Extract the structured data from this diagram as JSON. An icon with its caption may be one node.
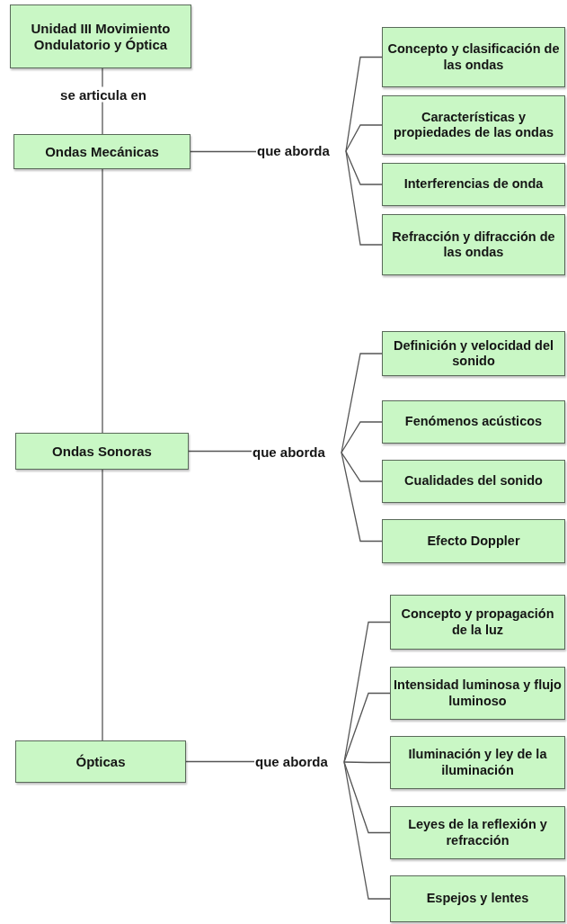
{
  "diagram": {
    "nodes": [
      {
        "text": [
          "Unidad III Movimiento Ondulatorio y Óptica"
        ]
      },
      {
        "text": [
          "Ondas Mecánicas"
        ]
      },
      {
        "text": [
          "que aborda"
        ]
      },
      {
        "text": [
          "Concepto y clasificación de las ondas"
        ]
      },
      {
        "text": [
          "Características y propiedades de las ondas"
        ]
      },
      {
        "text": [
          "Interferencias de onda"
        ]
      },
      {
        "text": [
          "Refracción y difracción de las ondas"
        ]
      },
      {
        "text": [
          "Ondas Sonoras"
        ]
      },
      {
        "text": [
          "que aborda"
        ]
      },
      {
        "text": [
          "Definición y velocidad del sonido"
        ]
      },
      {
        "text": [
          "Fenómenos acústicos"
        ]
      },
      {
        "text": [
          "Cualidades del sonido"
        ]
      },
      {
        "text": [
          "Efecto Doppler"
        ]
      },
      {
        "text": [
          "Ópticas"
        ]
      },
      {
        "text": [
          "que aborda"
        ]
      },
      {
        "text": [
          "Concepto y propagación de la luz"
        ]
      },
      {
        "text": [
          "Intensidad luminosa y flujo luminoso"
        ]
      },
      {
        "text": [
          "Iluminación y ley de la iluminación"
        ]
      },
      {
        "text": [
          "Leyes de la reflexión y refracción"
        ]
      },
      {
        "text": [
          "Espejos y lentes"
        ]
      }
    ],
    "edges": [
      {
        "from": 0,
        "to": 1,
        "arrow": "none",
        "label": "se articula en"
      },
      {
        "from": 1,
        "to": 7,
        "arrow": "none"
      },
      {
        "from": 7,
        "to": 13,
        "arrow": "none"
      },
      {
        "from": 1,
        "to": 2,
        "arrow": "none"
      },
      {
        "from": 2,
        "to": 3,
        "arrow": "none"
      },
      {
        "from": 2,
        "to": 4,
        "arrow": "none"
      },
      {
        "from": 2,
        "to": 5,
        "arrow": "none"
      },
      {
        "from": 2,
        "to": 6,
        "arrow": "none"
      },
      {
        "from": 7,
        "to": 8,
        "arrow": "none"
      },
      {
        "from": 8,
        "to": 9,
        "arrow": "none"
      },
      {
        "from": 8,
        "to": 10,
        "arrow": "none"
      },
      {
        "from": 8,
        "to": 11,
        "arrow": "none"
      },
      {
        "from": 8,
        "to": 12,
        "arrow": "none"
      },
      {
        "from": 13,
        "to": 14,
        "arrow": "none"
      },
      {
        "from": 14,
        "to": 15,
        "arrow": "none"
      },
      {
        "from": 14,
        "to": 16,
        "arrow": "none"
      },
      {
        "from": 14,
        "to": 17,
        "arrow": "none"
      },
      {
        "from": 14,
        "to": 18,
        "arrow": "none"
      },
      {
        "from": 14,
        "to": 19,
        "arrow": "none"
      }
    ]
  }
}
